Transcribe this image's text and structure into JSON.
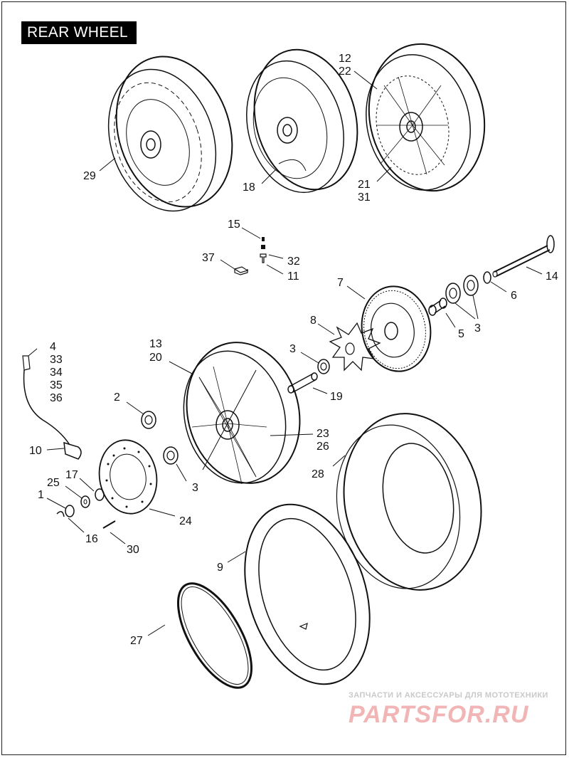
{
  "title": "REAR WHEEL",
  "callouts": {
    "c29": "29",
    "c18": "18",
    "c12": "12",
    "c22": "22",
    "c21": "21",
    "c31": "31",
    "c15": "15",
    "c32": "32",
    "c37": "37",
    "c11": "11",
    "c14": "14",
    "c7": "7",
    "c6": "6",
    "c5": "5",
    "c3a": "3",
    "c8": "8",
    "c3b": "3",
    "c19": "19",
    "c4": "4",
    "c33": "33",
    "c34": "34",
    "c35": "35",
    "c36": "36",
    "c13": "13",
    "c20": "20",
    "c2": "2",
    "c23": "23",
    "c26": "26",
    "c10": "10",
    "c3c": "3",
    "c17": "17",
    "c25": "25",
    "c1": "1",
    "c24": "24",
    "c16": "16",
    "c30": "30",
    "c28": "28",
    "c9": "9",
    "c27": "27"
  },
  "watermark": {
    "caption": "ЗАПЧАСТИ И АКСЕССУАРЫ ДЛЯ МОТОТЕХНИКИ",
    "logo": "PARTSFOR.RU"
  }
}
